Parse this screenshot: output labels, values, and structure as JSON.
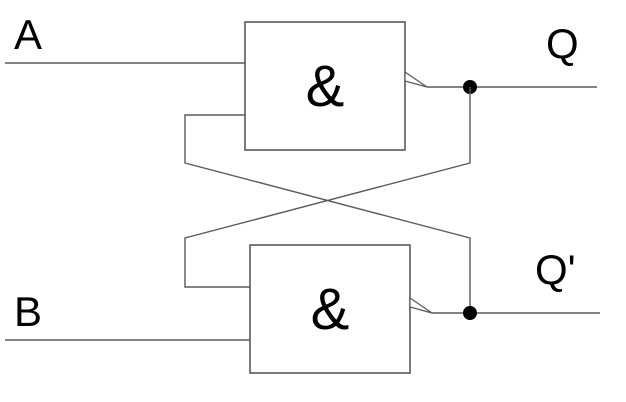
{
  "diagram": {
    "labels": {
      "input_a": "A",
      "input_b": "B",
      "output_q": "Q",
      "output_q_bar": "Q'"
    },
    "gates": {
      "top_symbol": "&",
      "bottom_symbol": "&"
    },
    "colors": {
      "background": "#ffffff",
      "line": "#5a5a5a",
      "text": "#000000",
      "junction_dot": "#000000"
    }
  }
}
